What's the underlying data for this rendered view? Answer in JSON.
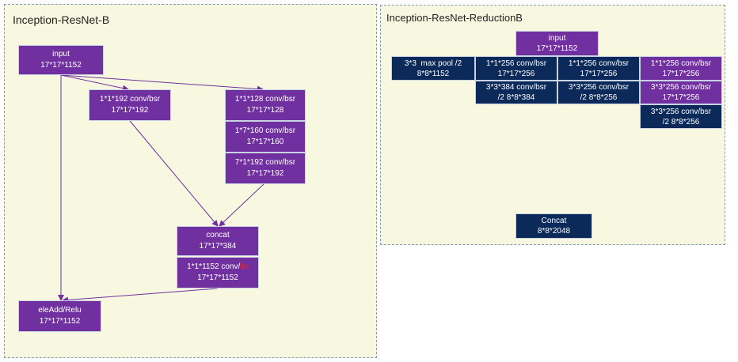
{
  "colors": {
    "purple": "#7030a0",
    "navy": "#0b2a59",
    "panel_bg": "#f8f8e1",
    "arrow_purple": "#7030a0",
    "arrow_navy": "#1f3864",
    "accent_red": "#ff2020"
  },
  "left": {
    "title": "Inception-ResNet-B",
    "input": {
      "line1": "input",
      "line2": "17*17*1152"
    },
    "b1": {
      "line1": "1*1*192 conv/bsr",
      "line2": "17*17*192"
    },
    "b2a": {
      "line1": "1*1*128 conv/bsr",
      "line2": "17*17*128"
    },
    "b2b": {
      "line1": "1*7*160 conv/bsr",
      "line2": "17*17*160"
    },
    "b2c": {
      "line1": "7*1*192 conv/bsr",
      "line2": "17*17*192"
    },
    "concat": {
      "line1": "concat",
      "line2": "17*17*384"
    },
    "conv": {
      "line1_a": "1*1*1152 conv/",
      "line1_b": "bs",
      "line2": "17*17*1152"
    },
    "eleadd": {
      "line1": "eleAdd/Relu",
      "line2": "17*17*1152"
    }
  },
  "right": {
    "title": "Inception-ResNet-ReductionB",
    "input": {
      "line1": "input",
      "line2": "17*17*1152"
    },
    "maxpool": {
      "line1": "3*3  max pool /2",
      "line2": "8*8*1152"
    },
    "c1a": {
      "line1": "1*1*256 conv/bsr",
      "line2": "17*17*256"
    },
    "c1b": {
      "line1": "3*3*384 conv/bsr",
      "line2": "/2 8*8*384"
    },
    "c2a": {
      "line1": "1*1*256 conv/bsr",
      "line2": "17*17*256"
    },
    "c2b": {
      "line1": "3*3*256 conv/bsr",
      "line2": "/2 8*8*256"
    },
    "c3a": {
      "line1": "1*1*256 conv/bsr",
      "line2": "17*17*256"
    },
    "c3b": {
      "line1": "3*3*256 conv/bsr",
      "line2": "17*17*256"
    },
    "c3c": {
      "line1": "3*3*256 conv/bsr",
      "line2": "/2 8*8*256"
    },
    "concat": {
      "line1": "Concat",
      "line2": "8*8*2048"
    }
  }
}
